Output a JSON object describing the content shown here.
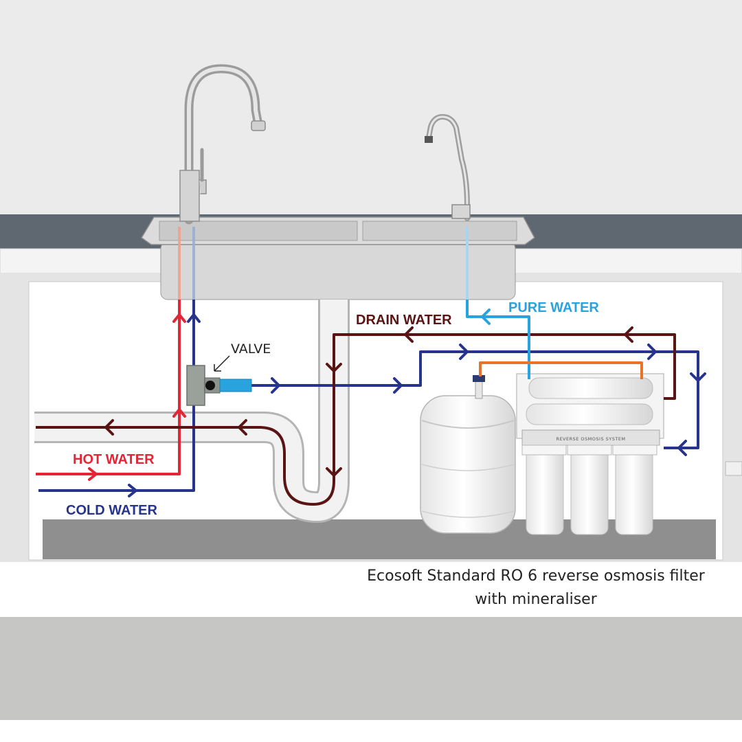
{
  "labels": {
    "pure_water": "PURE WATER",
    "drain_water": "DRAIN WATER",
    "valve": "VALVE",
    "hot_water": "HOT WATER",
    "cold_water": "COLD WATER",
    "unit_plate": "REVERSE OSMOSIS SYSTEM"
  },
  "caption": {
    "line1": "Ecosoft Standard RO 6 reverse osmosis filter",
    "line2": "with mineraliser"
  },
  "colors": {
    "hot_water": "#e32636",
    "cold_water": "#27348b",
    "drain_water": "#5a1414",
    "pure_water": "#29a3dd",
    "post_filter_line": "#e8742a",
    "countertop": "#5f6870",
    "wall": "#ebebeb",
    "floor": "#c6c6c4"
  }
}
